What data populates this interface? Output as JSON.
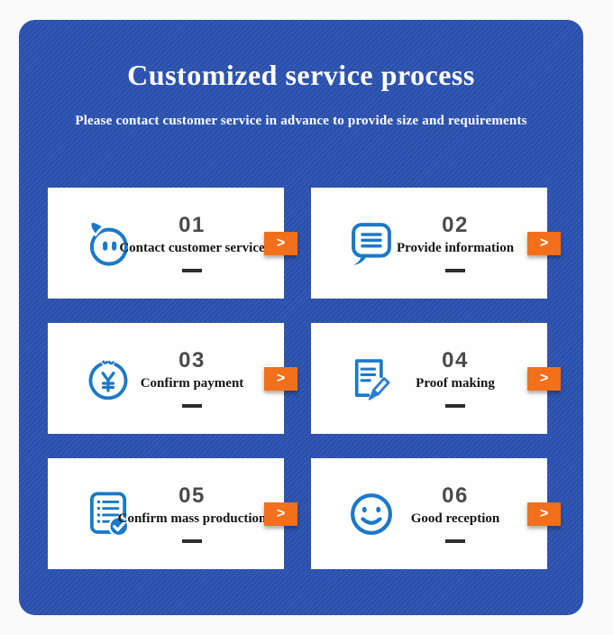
{
  "header": {
    "title": "Customized service process",
    "subtitle": "Please contact customer service in advance to provide size and requirements"
  },
  "steps": [
    {
      "number": "01",
      "label": "Contact customer service",
      "icon": "customer-service-chat-icon"
    },
    {
      "number": "02",
      "label": "Provide information",
      "icon": "message-bubble-icon"
    },
    {
      "number": "03",
      "label": "Confirm payment",
      "icon": "yuan-payment-icon"
    },
    {
      "number": "04",
      "label": "Proof making",
      "icon": "document-edit-icon"
    },
    {
      "number": "05",
      "label": "Confirm mass production",
      "icon": "checklist-check-icon"
    },
    {
      "number": "06",
      "label": "Good reception",
      "icon": "smiley-face-icon"
    }
  ],
  "ui": {
    "arrow_label": ">"
  },
  "colors": {
    "panel_blue": "#2c53b0",
    "accent_orange": "#f2701b",
    "icon_blue": "#1a79c9",
    "number_gray": "#4a4a4a"
  }
}
